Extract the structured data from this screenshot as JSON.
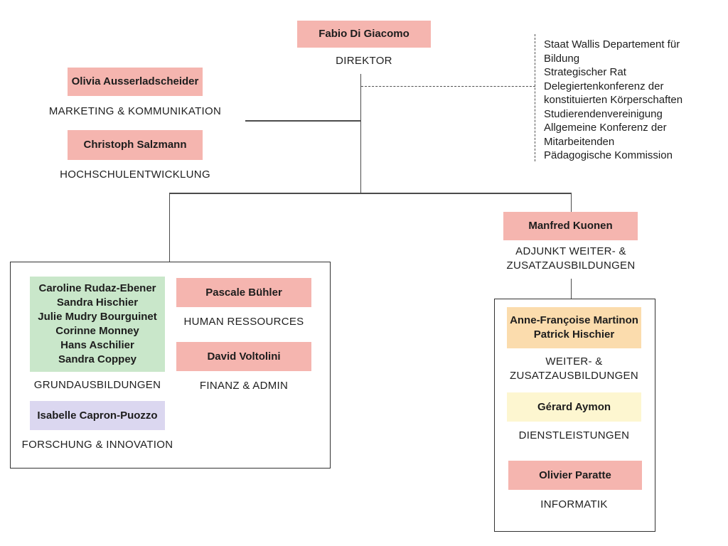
{
  "colors": {
    "pink": "#f5b5af",
    "green": "#c9e7ca",
    "lavender": "#dbd7f0",
    "orange": "#fbdcad",
    "yellow": "#fdf6d0",
    "line": "#4b4b4b",
    "group_border": "#323232",
    "text": "#1d1d1d"
  },
  "nodes": {
    "direktor": {
      "name": "Fabio Di Giacomo",
      "role": "DIREKTOR"
    },
    "marketing": {
      "name": "Olivia Ausserladscheider",
      "role": "MARKETING & KOMMUNIKATION"
    },
    "hochschulentwicklung": {
      "name": "Christoph Salzmann",
      "role": "HOCHSCHULENTWICKLUNG"
    },
    "adjunkt": {
      "name": "Manfred Kuonen",
      "role": "ADJUNKT WEITER- & ZUSATZAUSBILDUNGEN"
    }
  },
  "board": {
    "items": [
      "Staat Wallis Departement für Bildung",
      "Strategischer Rat",
      "Delegiertenkonferenz der konstituierten Körperschaften",
      "Studierendenvereinigung",
      "Allgemeine Konferenz der Mitarbeitenden",
      "Pädagogische Kommission"
    ]
  },
  "left_group": {
    "grundausbildungen": {
      "members": [
        "Caroline Rudaz-Ebener",
        "Sandra Hischier",
        "Julie Mudry Bourguinet",
        "Corinne Monney",
        "Hans Aschilier",
        "Sandra Coppey"
      ],
      "role": "GRUNDAUSBILDUNGEN"
    },
    "forschung": {
      "name": "Isabelle Capron-Puozzo",
      "role": "FORSCHUNG & INNOVATION"
    },
    "human_ressources": {
      "name": "Pascale Bühler",
      "role": "HUMAN RESSOURCES"
    },
    "finanz": {
      "name": "David Voltolini",
      "role": "FINANZ & ADMIN"
    }
  },
  "right_group": {
    "weiterbildung": {
      "members": [
        "Anne-Françoise Martinon",
        "Patrick Hischier"
      ],
      "role": "WEITER- & ZUSATZAUSBILDUNGEN"
    },
    "dienstleistungen": {
      "name": "Gérard Aymon",
      "role": "DIENSTLEISTUNGEN"
    },
    "informatik": {
      "name": "Olivier Paratte",
      "role": "INFORMATIK"
    }
  }
}
